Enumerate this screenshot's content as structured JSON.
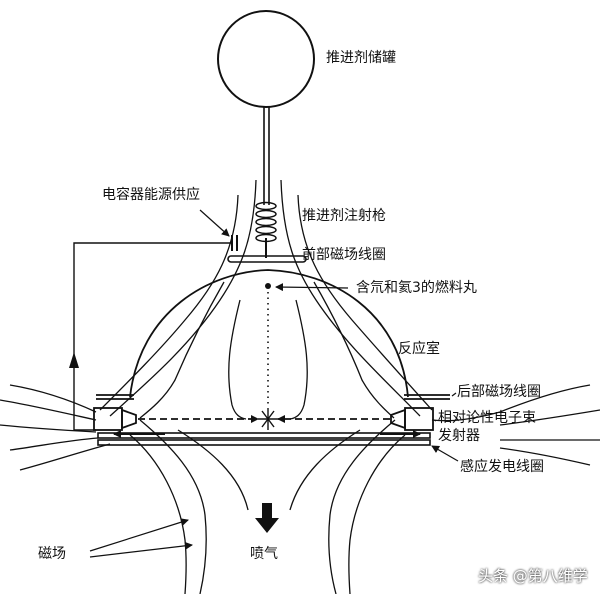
{
  "labels": {
    "propellant_tank": "推进剂储罐",
    "capacitor_power": "电容器能源供应",
    "propellant_injector": "推进剂注射枪",
    "front_coil": "前部磁场线圈",
    "fuel_pellet": "含氘和氦3的燃料丸",
    "reaction_chamber": "反应室",
    "rear_coil": "后部磁场线圈",
    "electron_beam_line1": "相对论性电子束",
    "electron_beam_line2": "发射器",
    "induction_coil": "感应发电线圈",
    "magnetic_field": "磁场",
    "exhaust": "喷气"
  },
  "watermark": "头条 @第八维学",
  "colors": {
    "line": "#111111",
    "background": "#ffffff"
  }
}
